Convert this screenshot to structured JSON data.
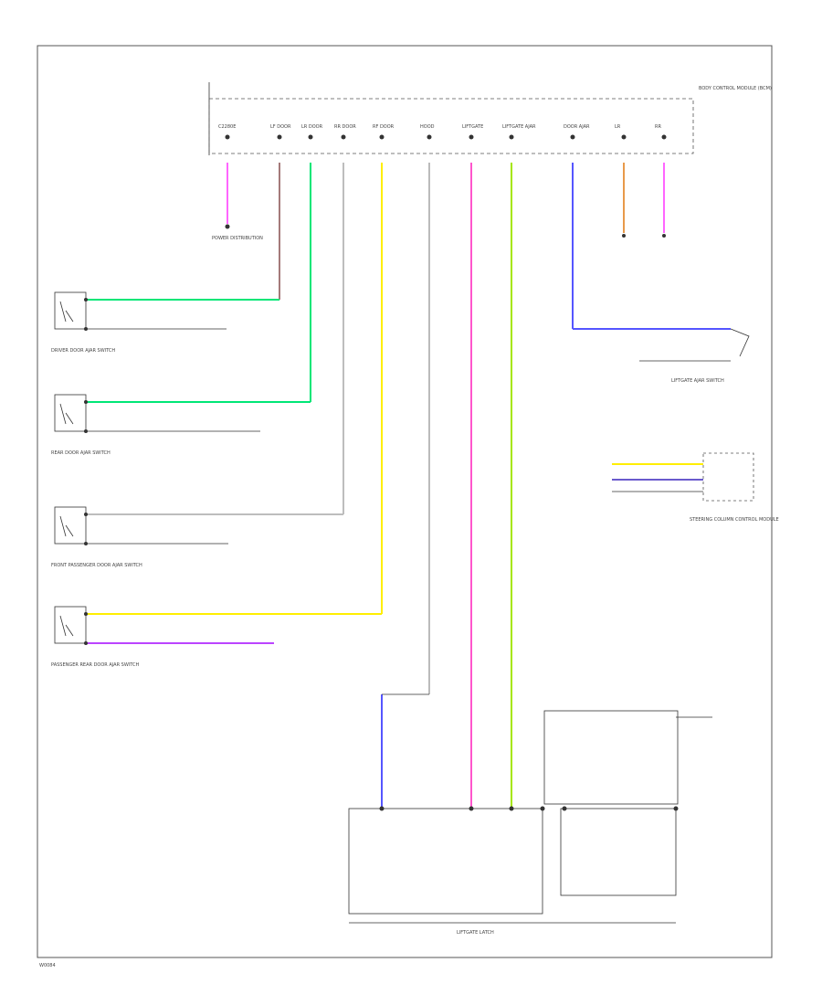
{
  "diagram": {
    "module": {
      "label": "BODY CONTROL MODULE (BCM)",
      "pins": [
        "C2280E",
        "LF DOOR",
        "LR DOOR",
        "RR DOOR",
        "RF DOOR",
        "HOOD",
        "LIFTGATE",
        "LIFTGATE AJAR",
        "DOOR AJAR",
        "LR",
        "RR"
      ]
    },
    "ground_label": "POWER DISTRIBUTION",
    "switches": [
      {
        "label": "DRIVER DOOR AJAR SWITCH",
        "wire_color": "#00e676"
      },
      {
        "label": "REAR DOOR AJAR SWITCH",
        "wire_color": "#00e676"
      },
      {
        "label": "FRONT PASSENGER DOOR AJAR SWITCH",
        "wire_color": "#bdbdbd"
      },
      {
        "label": "PASSENGER REAR DOOR AJAR SWITCH",
        "wire_color": "#ffee00"
      }
    ],
    "right_components": [
      {
        "label": "LIFTGATE AJAR SWITCH"
      },
      {
        "label": "STEERING COLUMN CONTROL MODULE"
      }
    ],
    "bottom_component": {
      "label": "LIFTGATE LATCH"
    },
    "colors": {
      "magenta": "#ff66ff",
      "pink": "#ff55cc",
      "green": "#00e676",
      "lime": "#a6e600",
      "yellow": "#ffee00",
      "blue": "#5555ff",
      "orange": "#e89a4a",
      "brown": "#a47a7a",
      "gray": "#bdbdbd",
      "purple": "#bb44ff"
    },
    "footer_code": "W0084"
  }
}
